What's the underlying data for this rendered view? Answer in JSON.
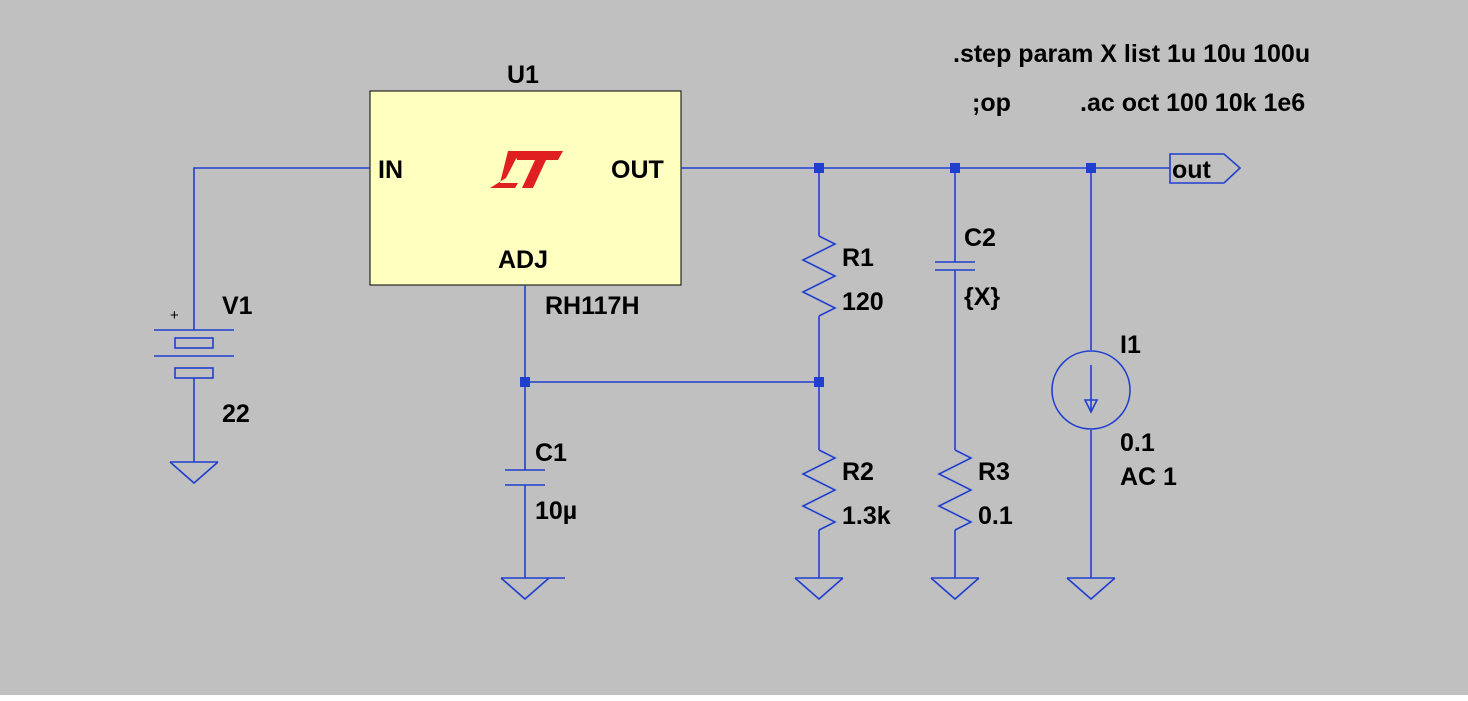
{
  "directives": {
    "step": ".step param X list 1u 10u 100u",
    "op": ";op",
    "ac": ".ac oct 100 10k 1e6"
  },
  "u1": {
    "name": "U1",
    "part": "RH117H",
    "pin_in": "IN",
    "pin_out": "OUT",
    "pin_adj": "ADJ",
    "logo_fill": "#e02020"
  },
  "v1": {
    "name": "V1",
    "value": "22",
    "plus": "+"
  },
  "c1": {
    "name": "C1",
    "value": "10µ"
  },
  "r1": {
    "name": "R1",
    "value": "120"
  },
  "r2": {
    "name": "R2",
    "value": "1.3k"
  },
  "c2": {
    "name": "C2",
    "value": "{X}"
  },
  "r3": {
    "name": "R3",
    "value": "0.1"
  },
  "i1": {
    "name": "I1",
    "value": "0.1",
    "ac": "AC 1"
  },
  "netlabel": {
    "name": "out"
  },
  "colors": {
    "wire": "#1f3fcf",
    "background": "#c0c0c0",
    "ic_fill": "#ffffc0"
  }
}
